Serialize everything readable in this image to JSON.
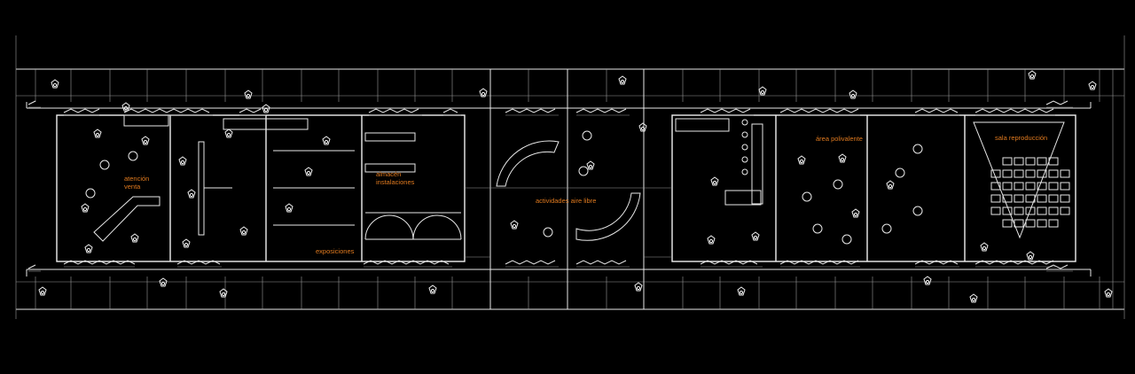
{
  "labels": {
    "atencion_1": "atención",
    "atencion_2": "venta",
    "exposiciones": "exposiciones",
    "almacen_1": "almacén",
    "almacen_2": "instalaciones",
    "actividades": "actividades aire libre",
    "area": "área polivalente",
    "sala": "sala reproducción"
  },
  "colors": {
    "background": "#000000",
    "lines": "#e8e8e8",
    "label": "#e07a1f"
  }
}
